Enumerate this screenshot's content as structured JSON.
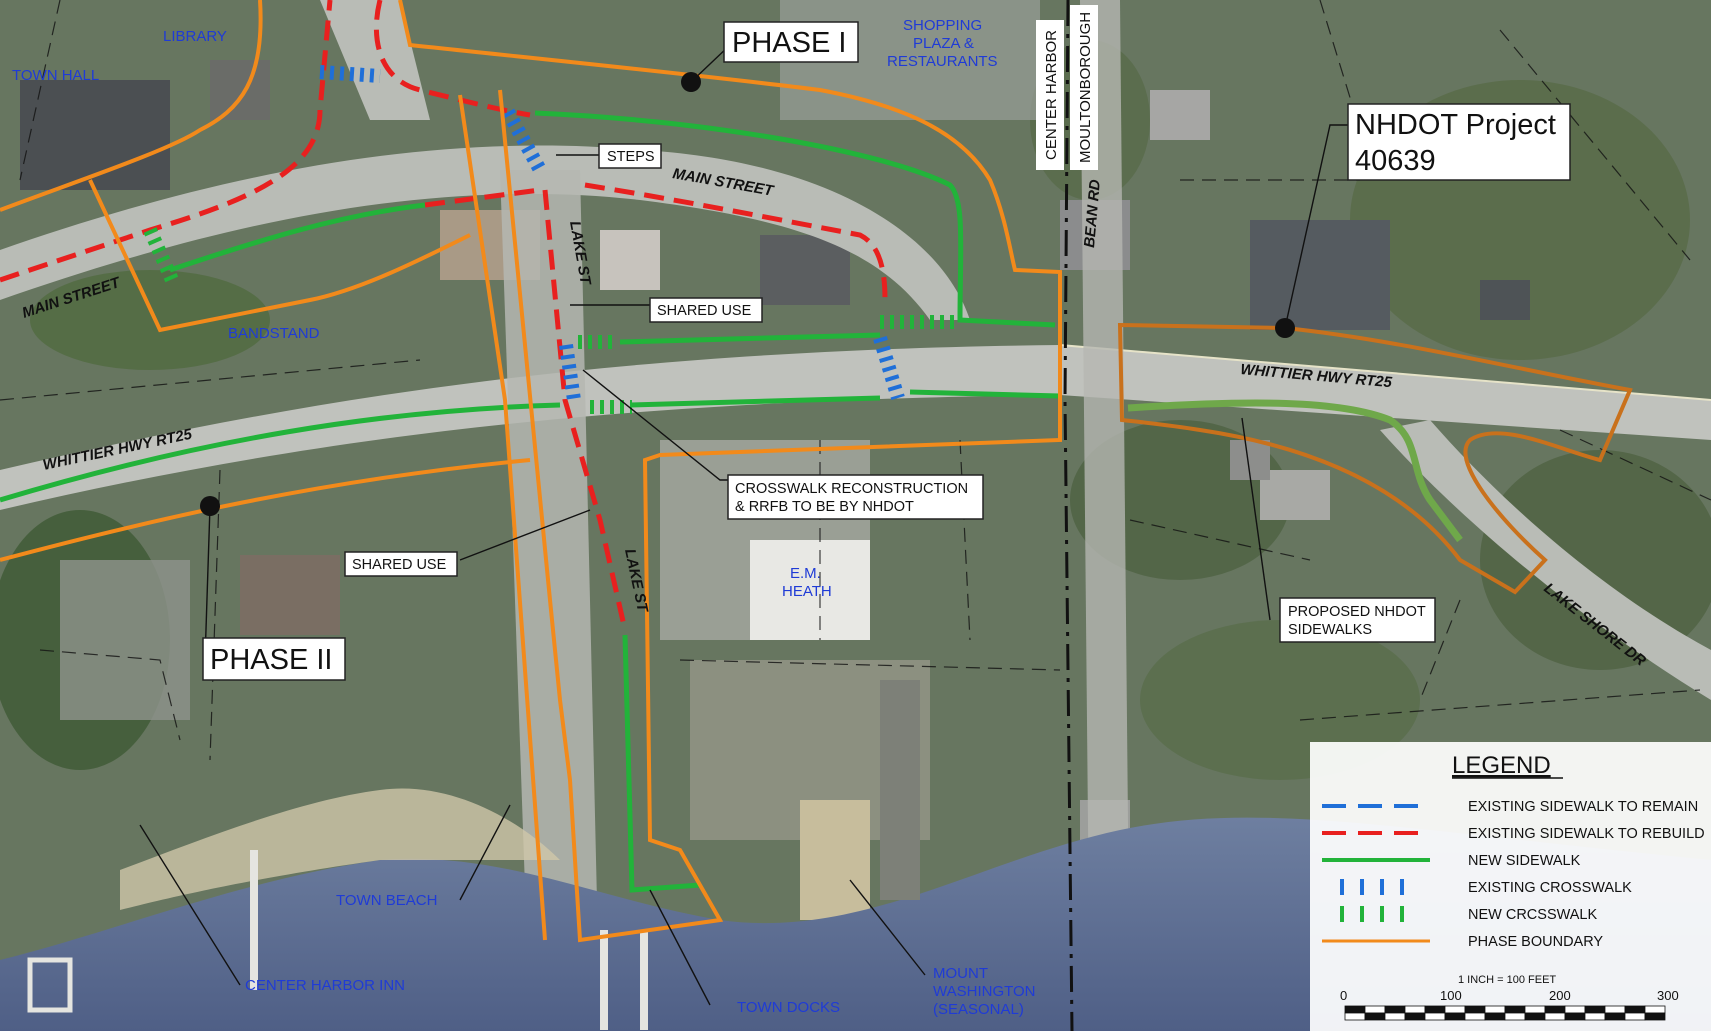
{
  "phases": {
    "phase1": "PHASE I",
    "phase2": "PHASE II",
    "nhdot_line1": "NHDOT Project",
    "nhdot_line2": "40639"
  },
  "places": {
    "library": "LIBRARY",
    "town_hall": "TOWN HALL",
    "bandstand": "BANDSTAND",
    "shopping_l1": "SHOPPING",
    "shopping_l2": "PLAZA &",
    "shopping_l3": "RESTAURANTS",
    "em_l1": "E.M.",
    "em_l2": "HEATH",
    "town_beach": "TOWN BEACH",
    "center_harbor_inn": "CENTER HARBOR INN",
    "town_docks": "TOWN DOCKS",
    "mt_l1": "MOUNT",
    "mt_l2": "WASHINGTON",
    "mt_l3": "(SEASONAL)"
  },
  "streets": {
    "main_street_1": "MAIN STREET",
    "main_street_2": "MAIN STREET",
    "lake_st_1": "LAKE ST",
    "lake_st_2": "LAKE ST",
    "whittier_1": "WHITTIER HWY  RT25",
    "whittier_2": "WHITTIER HWY  RT25",
    "bean_rd": "BEAN RD",
    "lake_shore_dr": "LAKE SHORE DR"
  },
  "towns": {
    "center_harbor": "CENTER HARBOR",
    "moultonborough": "MOULTONBOROUGH"
  },
  "callouts": {
    "steps": "STEPS",
    "shared_use_1": "SHARED USE",
    "shared_use_2": "SHARED USE",
    "crosswalk_l1": "CROSSWALK RECONSTRUCTION",
    "crosswalk_l2": "& RRFB TO BE BY NHDOT",
    "proposed_l1": "PROPOSED NHDOT",
    "proposed_l2": "SIDEWALKS"
  },
  "legend": {
    "title": "LEGEND",
    "items": [
      {
        "label": "EXISTING SIDEWALK TO REMAIN",
        "color": "#1f6fd8"
      },
      {
        "label": "EXISTING SIDEWALK TO REBUILD",
        "color": "#e8201f"
      },
      {
        "label": "NEW SIDEWALK",
        "color": "#22b33a"
      },
      {
        "label": "EXISTING CROSSWALK",
        "color": "#1f6fd8"
      },
      {
        "label": "NEW CRCSSWALK",
        "color": "#22b33a"
      },
      {
        "label": "PHASE BOUNDARY",
        "color": "#f28a1b"
      }
    ]
  },
  "scale": {
    "caption": "1 INCH = 100 FEET",
    "ticks": [
      "0",
      "100",
      "200",
      "300"
    ]
  },
  "colors": {
    "phase_boundary": "#f28a1b",
    "nhdot_boundary": "#c9711c",
    "existing_remain": "#1f6fd8",
    "existing_rebuild": "#e8201f",
    "new_sidewalk": "#22b33a",
    "proposed_nhdot": "#6fa84a"
  }
}
